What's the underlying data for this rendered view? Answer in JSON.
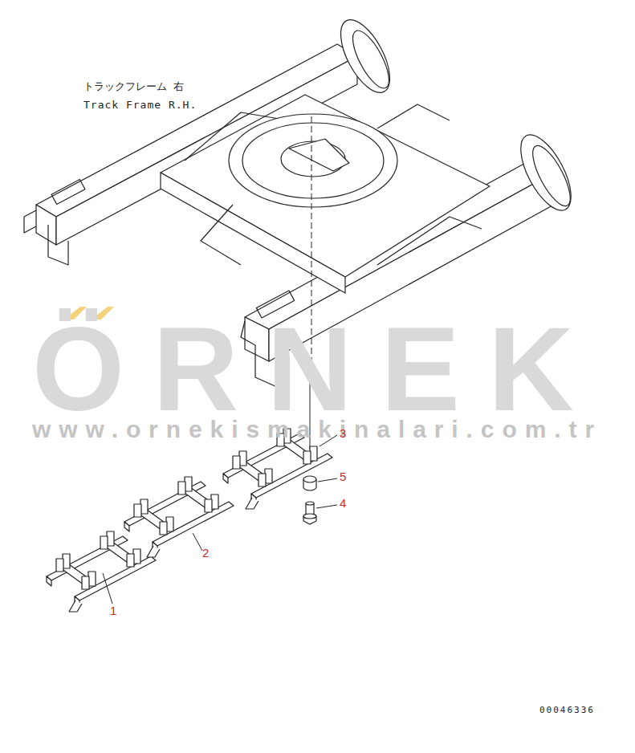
{
  "diagram": {
    "labels": [
      "トラックフレーム 右",
      "Track Frame R.H.",
      "ÖRNEK",
      "www.ornekismakinalari.com.tr",
      "3",
      "5",
      "4",
      "2",
      "1",
      "00046336"
    ]
  }
}
